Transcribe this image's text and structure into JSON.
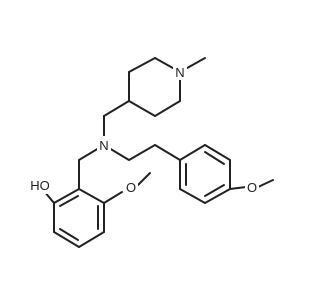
{
  "structure": {
    "atoms": {
      "n_piperidine": "N",
      "n_amine": "N",
      "hydroxyl": "HO",
      "methoxy_ring_a": "O",
      "methoxy_ring_b": "O"
    }
  },
  "colors": {
    "bond": "#222222",
    "background": "#ffffff"
  }
}
